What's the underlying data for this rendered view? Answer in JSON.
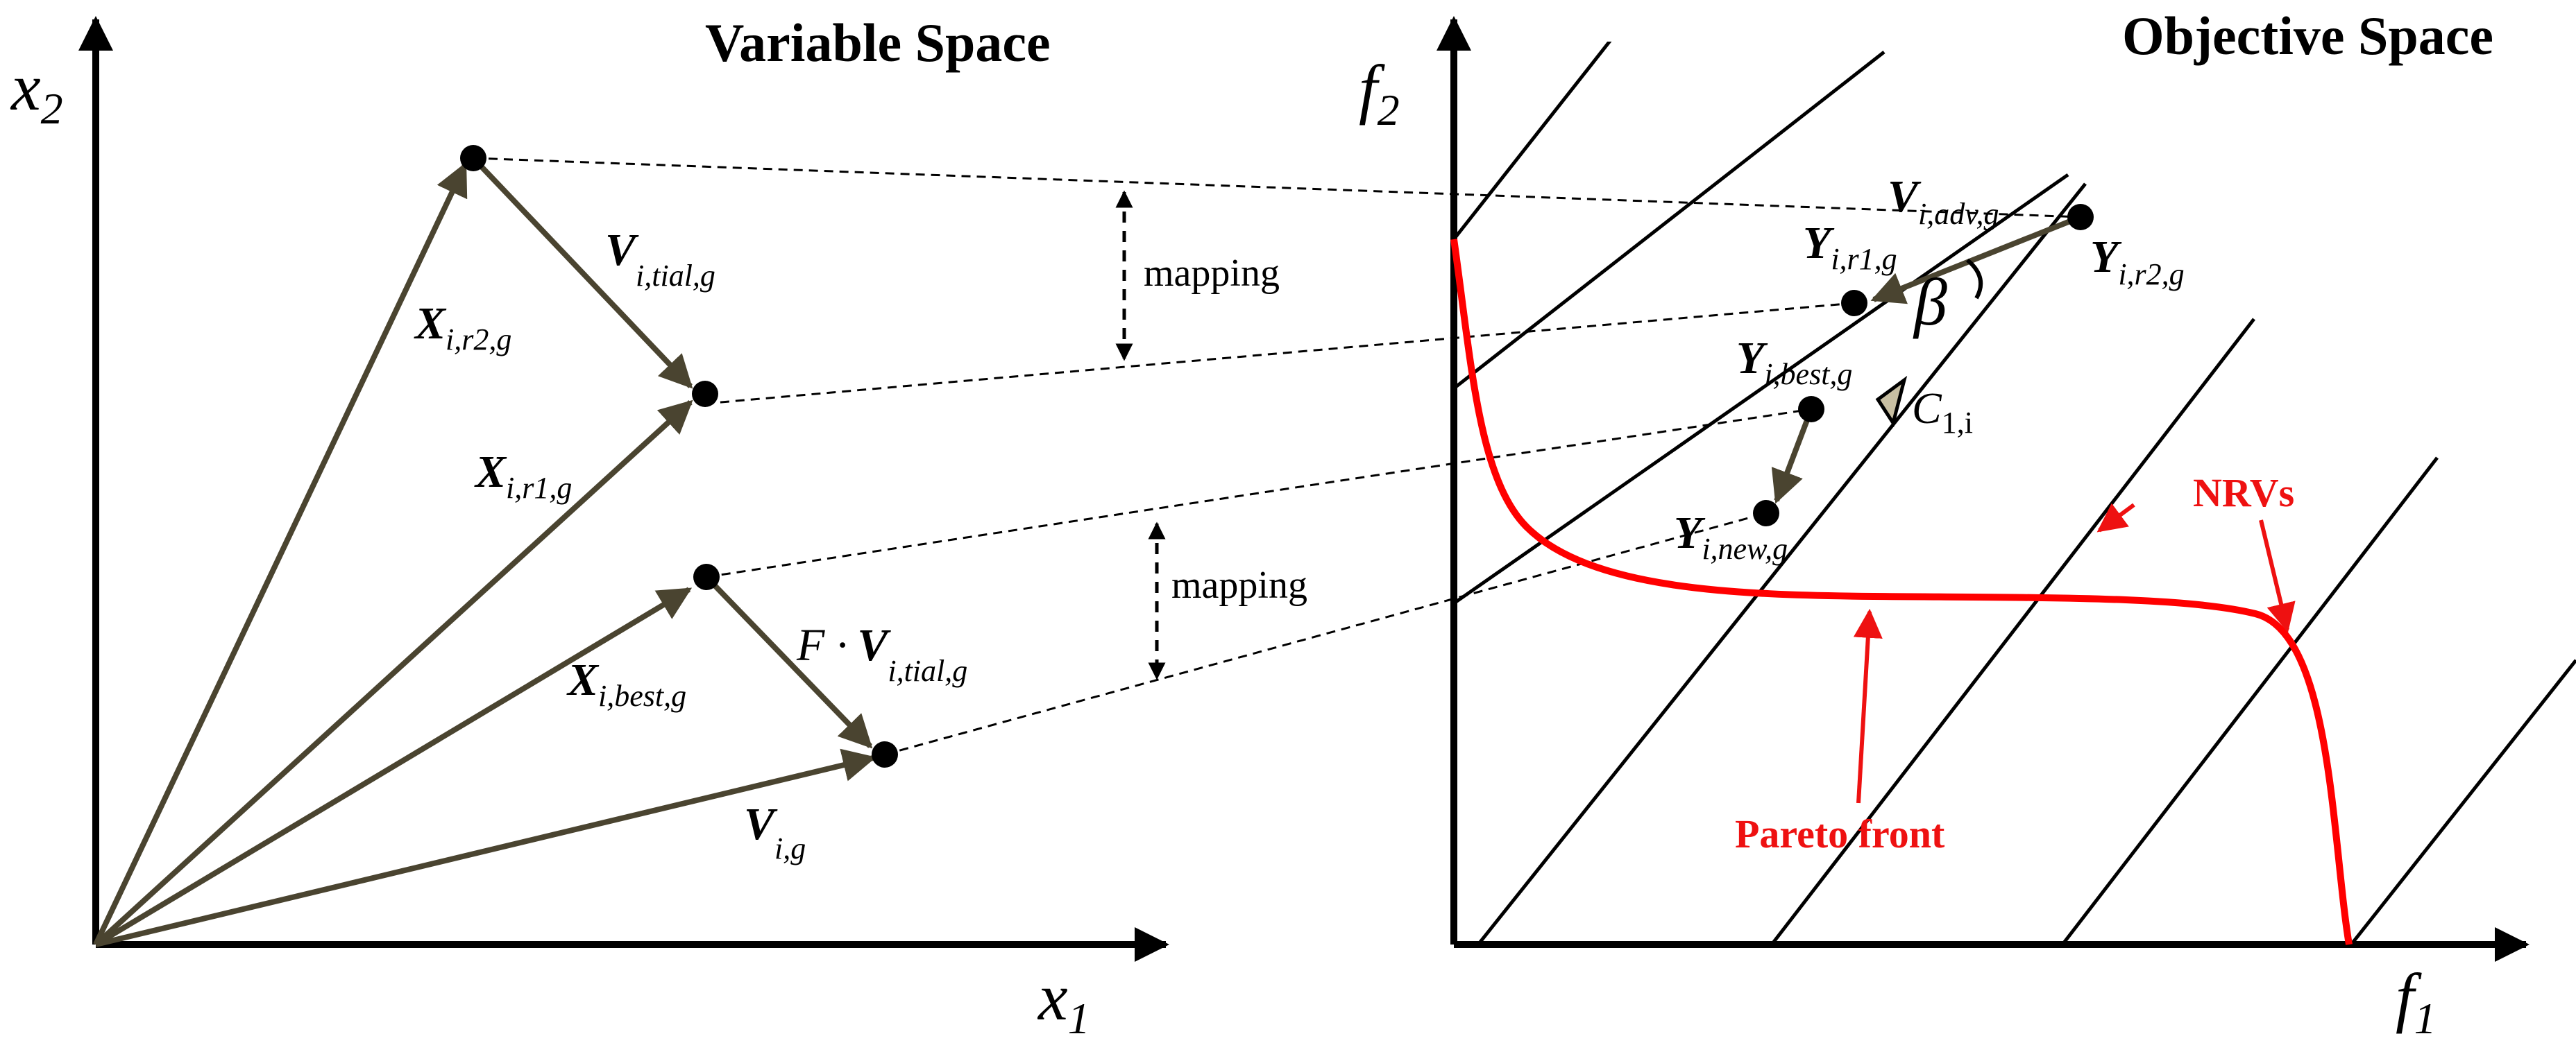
{
  "titles": {
    "variable_space": "Variable Space",
    "objective_space": "Objective Space"
  },
  "axes": {
    "left_x": "x",
    "left_x_sub": "1",
    "left_y": "x",
    "left_y_sub": "2",
    "right_x": "f",
    "right_x_sub": "1",
    "right_y": "f",
    "right_y_sub": "2"
  },
  "vectors": {
    "x_r2": {
      "main": "X",
      "sub": "i,r2,g"
    },
    "x_r1": {
      "main": "X",
      "sub": "i,r1,g"
    },
    "x_best": {
      "main": "X",
      "sub": "i,best,g"
    },
    "v_ig": {
      "main": "V",
      "sub": "i,g"
    },
    "v_tial": {
      "main": "V",
      "sub": "i,tial,g"
    },
    "f_v_tial": {
      "prefix": "F ·",
      "main": "V",
      "sub": "i,tial,g"
    },
    "v_adv": {
      "main": "V",
      "sub": "i,adv,g"
    }
  },
  "points": {
    "y_r1": {
      "main": "Y",
      "sub": "i,r1,g"
    },
    "y_r2": {
      "main": "Y",
      "sub": "i,r2,g"
    },
    "y_best": {
      "main": "Y",
      "sub": "i,best,g"
    },
    "y_new": {
      "main": "Y",
      "sub": "i,new,g"
    }
  },
  "annotations": {
    "mapping_top": "mapping",
    "mapping_bottom": "mapping",
    "beta": "β",
    "c1": "C",
    "c1_sub": "1,i",
    "nrvs": "NRVs",
    "pareto": "Pareto front"
  },
  "colors": {
    "vector": "#4a4430",
    "pareto": "#ff0000",
    "label_red": "#ee1111",
    "marker_fill": "#c8bfa2"
  }
}
